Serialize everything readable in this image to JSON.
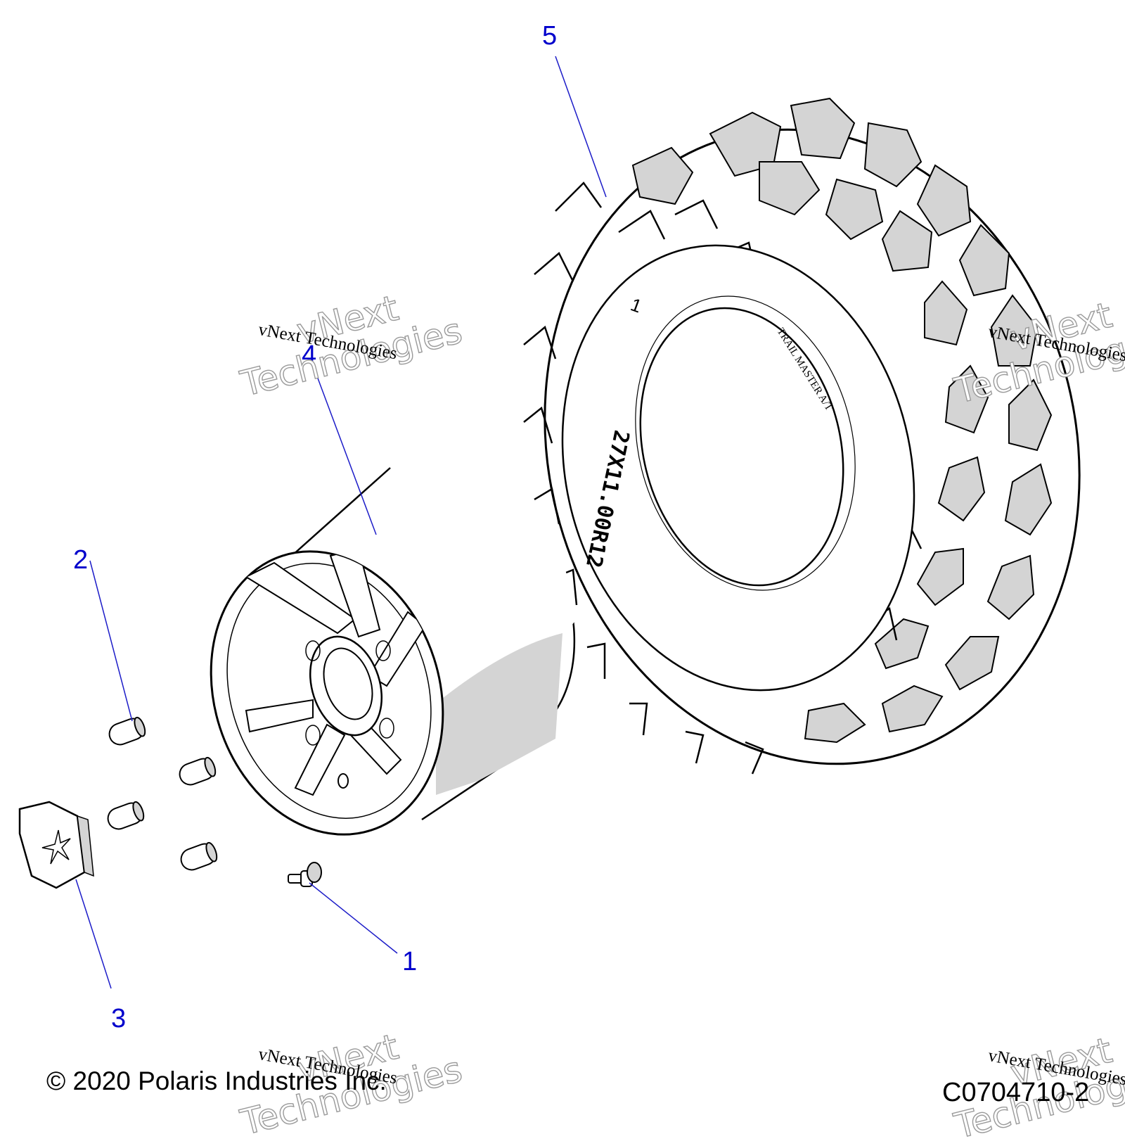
{
  "callouts": [
    {
      "number": "1",
      "part": "valve-stem"
    },
    {
      "number": "2",
      "part": "lug-nut"
    },
    {
      "number": "3",
      "part": "center-cap"
    },
    {
      "number": "4",
      "part": "wheel-rim"
    },
    {
      "number": "5",
      "part": "tire"
    }
  ],
  "tire_sidewall": {
    "size": "27X11.00R12",
    "model": "TRAIL MASTER A/T",
    "mark": "1"
  },
  "watermark": {
    "text": "vNext Technologies",
    "big_line1": "vNext",
    "big_line2": "Technologies"
  },
  "footer": {
    "copyright": "© 2020 Polaris Industries Inc.",
    "figure_id": "C0704710-2"
  },
  "colors": {
    "callout": "#0000cc",
    "leader_line": "#1c1cc8",
    "shading": "#d4d4d4",
    "outline": "#000000"
  }
}
